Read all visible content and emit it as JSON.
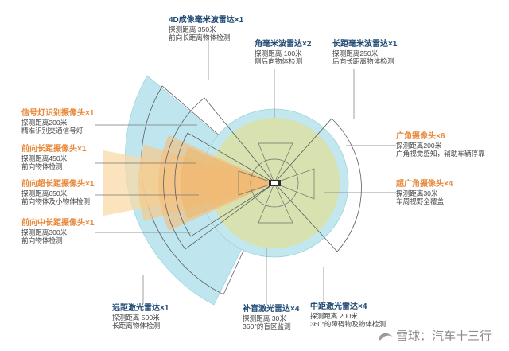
{
  "sensors": {
    "radar_4d": {
      "title": "4D成像毫米波雷达×1",
      "line1": "探测距离 350米",
      "line2": "前向长距离物体检测"
    },
    "corner_radar": {
      "title": "角毫米波雷达×2",
      "line1": "探测距离 100米",
      "line2": "侧后向物体检测"
    },
    "long_radar": {
      "title": "长距毫米波雷达×1",
      "line1": "探测距离250米",
      "line2": "后向长距离物体检测"
    },
    "traffic_light_cam": {
      "title": "信号灯识别摄像头×1",
      "line1": "探测距离200米",
      "line2": "精准识别交通信号灯"
    },
    "front_long_cam": {
      "title": "前向长距摄像头×1",
      "line1": "探测距离450米",
      "line2": "前向物体检测"
    },
    "front_ultra_cam": {
      "title": "前向超长距摄像头×1",
      "line1": "探测距离650米",
      "line2": "前向物体及小物体检测"
    },
    "front_mid_cam": {
      "title": "前向中长距摄像头×1",
      "line1": "探测距离300米",
      "line2": "前向物体检测"
    },
    "wide_cam": {
      "title": "广角摄像头×6",
      "line1": "探测距离200米",
      "line2": "广角视觉感知，辅助车辆停靠"
    },
    "ultra_wide_cam": {
      "title": "超广角摄像头×4",
      "line1": "探测距离30米",
      "line2": "车周视野全覆盖"
    },
    "long_lidar": {
      "title": "远距激光雷达×1",
      "line1": "探测距离 500米",
      "line2": "长距离物体检测"
    },
    "blind_lidar": {
      "title": "补盲激光雷达×4",
      "line1": "探测距离 30米",
      "line2": "360°的盲区监测"
    },
    "mid_lidar": {
      "title": "中距激光雷达×4",
      "line1": "探测距离 200米",
      "line2": "360°的障碍物及物体检测"
    }
  },
  "watermark": "雪球：汽车十三行",
  "colors": {
    "title_blue": "#1f4a74",
    "title_orange": "#e8883a",
    "lidar_fill": "#b9e4ec",
    "camera_fill": "#f6c98a",
    "radar_line": "#555555"
  }
}
